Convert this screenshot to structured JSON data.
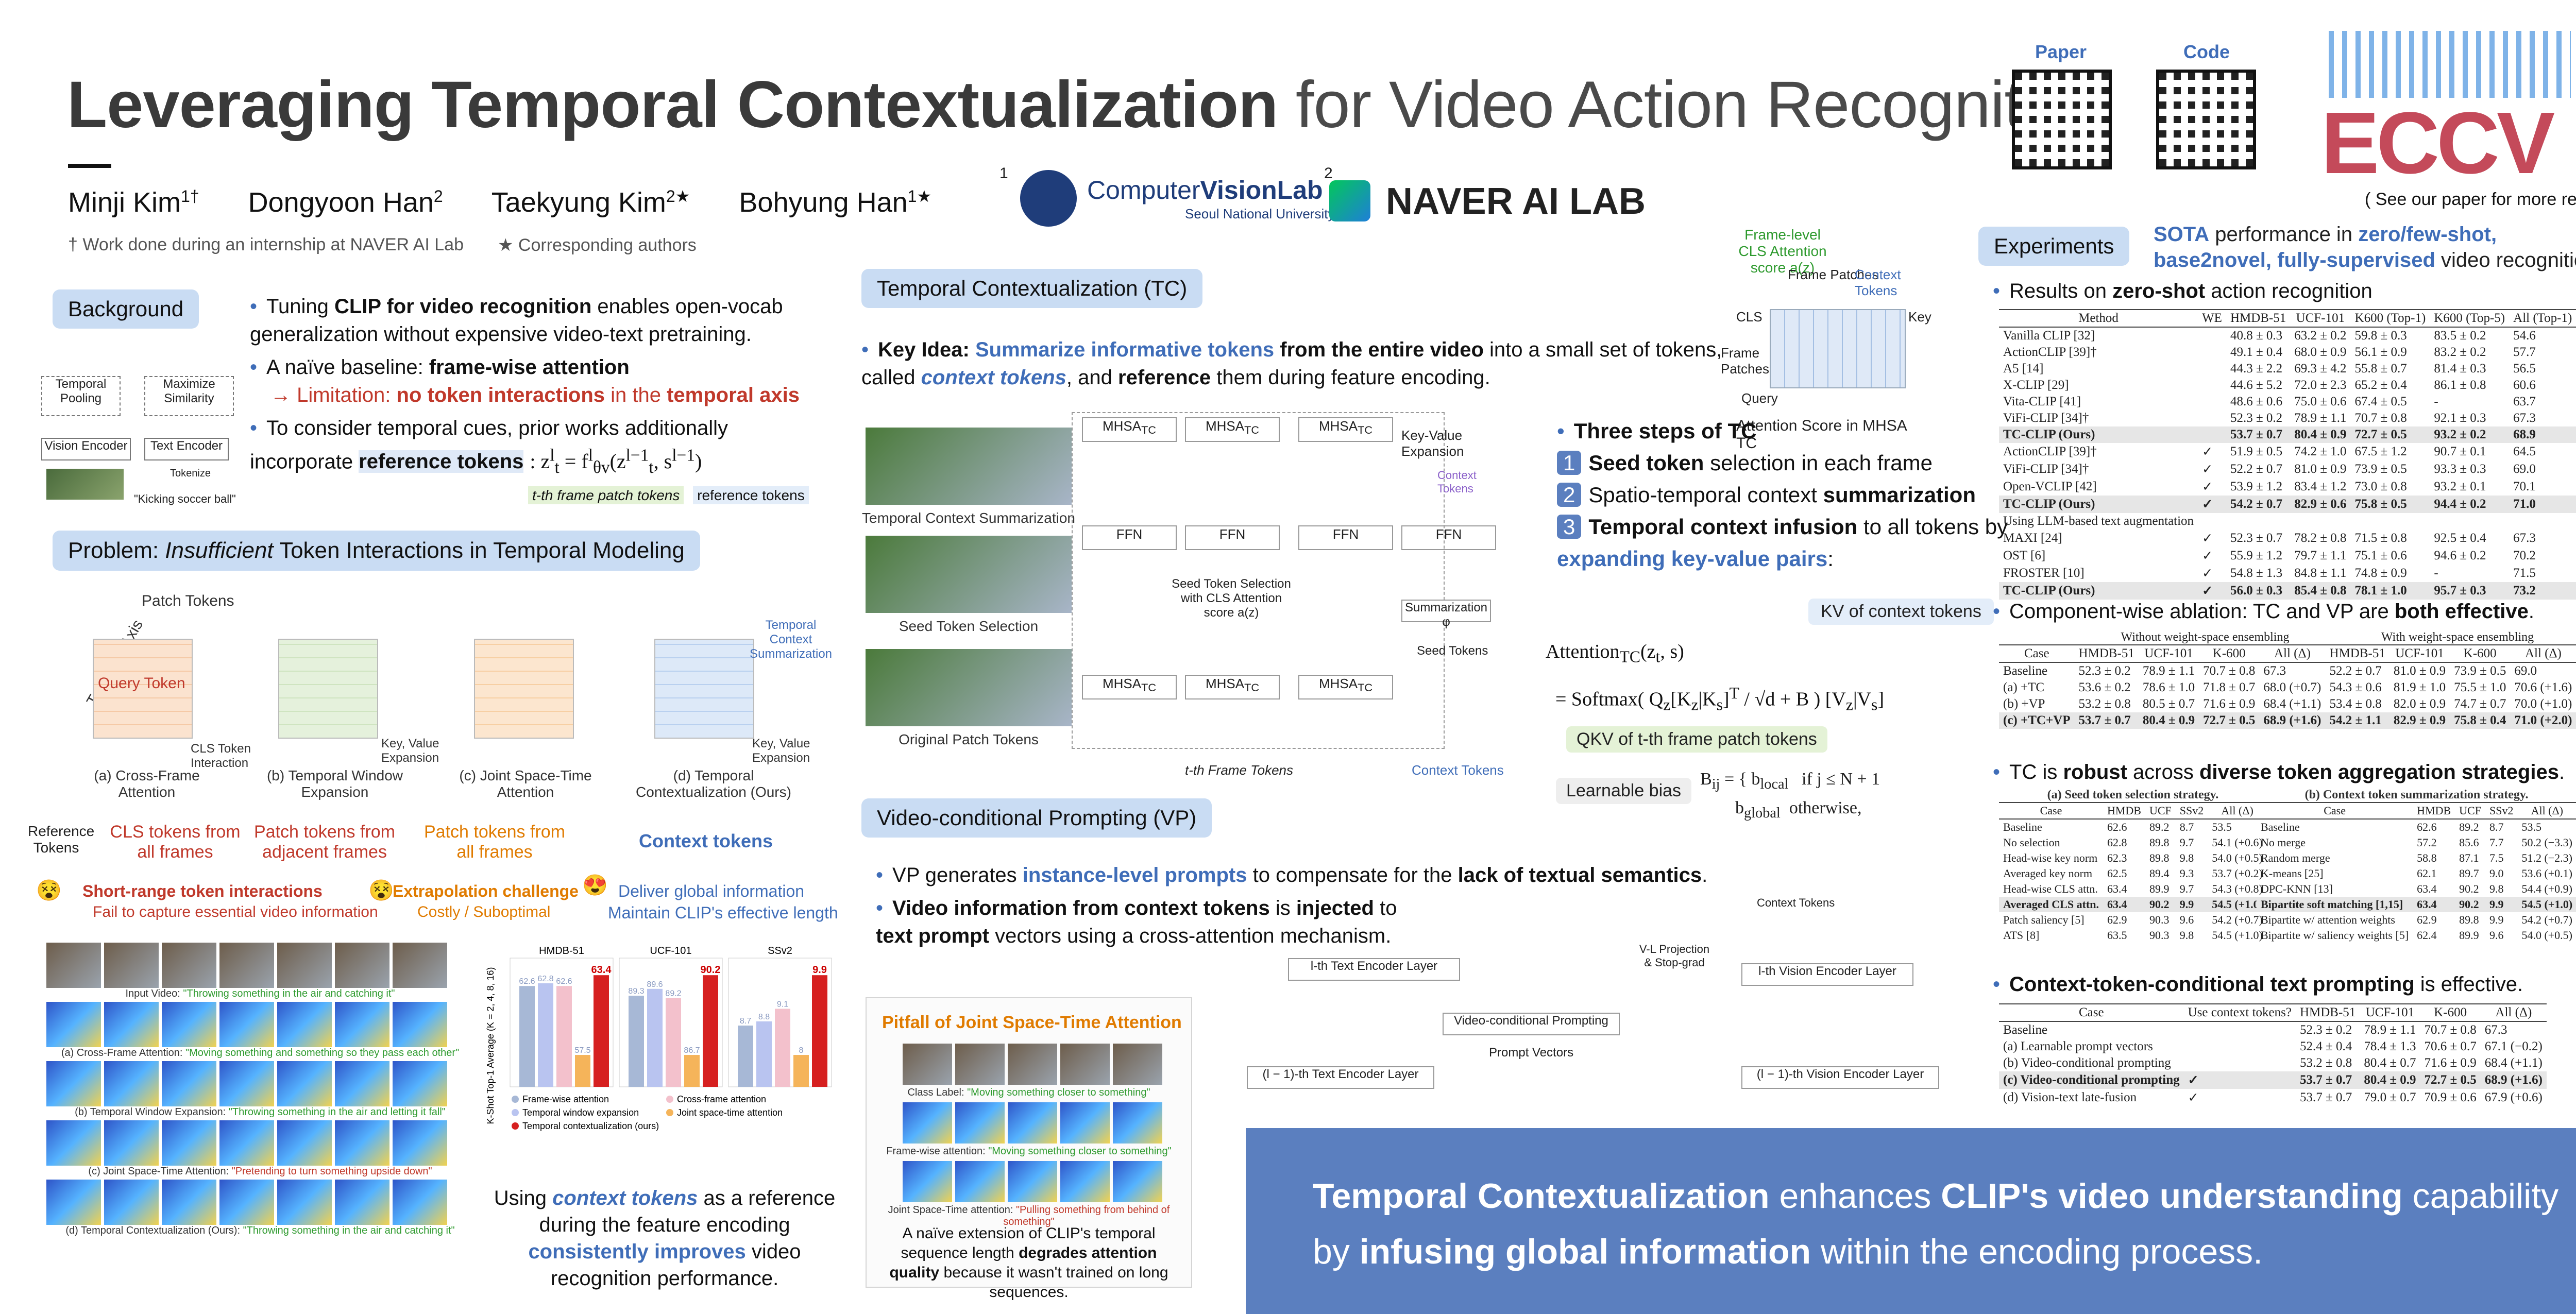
{
  "header": {
    "title_bold": "Leveraging Temporal Contextualization",
    "title_rest": " for Video Action Recognition",
    "authors": [
      {
        "name": "Minji Kim",
        "sup": "1†"
      },
      {
        "name": "Dongyoon Han",
        "sup": "2"
      },
      {
        "name": "Taekyung Kim",
        "sup": "2★"
      },
      {
        "name": "Bohyung Han",
        "sup": "1★"
      }
    ],
    "note_internship": "† Work done during an internship at NAVER AI Lab",
    "note_corresponding": "★ Corresponding authors",
    "aff1_num": "1",
    "aff1_name_a": "Computer",
    "aff1_name_b": "VisionLab",
    "aff1_sub": "Seoul National University",
    "aff2_num": "2",
    "aff2_name": "NAVER AI LAB",
    "paper_label": "Paper",
    "code_label": "Code",
    "venue": "ECCV",
    "see_paper": "( See our paper for more results! )"
  },
  "background": {
    "title": "Background",
    "diagram": {
      "temporal_pooling": "Temporal Pooling",
      "maximize_similarity": "Maximize Similarity",
      "vision_encoder": "Vision Encoder",
      "text_encoder": "Text Encoder",
      "tokenize": "Tokenize",
      "caption": "\"Kicking soccer ball\""
    },
    "b1_a": "Tuning ",
    "b1_b": "CLIP for video recognition",
    "b1_c": " enables open-vocab generalization without expensive video-text pretraining.",
    "b2_a": "A naïve baseline: ",
    "b2_b": "frame-wise attention",
    "b2_c": "→ Limitation: ",
    "b2_d": "no token interactions",
    "b2_e": " in the ",
    "b2_f": "temporal axis",
    "b3_a": "To consider temporal cues, prior works additionally incorporate ",
    "b3_b": "reference tokens",
    "b3_tag1": "t-th frame patch tokens",
    "b3_tag2": "reference tokens"
  },
  "problem": {
    "title_a": "Problem: ",
    "title_b": "Insufficient",
    "title_c": " Token Interactions in Temporal Modeling",
    "labels": {
      "patch_tokens": "Patch Tokens",
      "temporal_axis": "Temporal Axis",
      "query_token": "Query Token",
      "cls_interaction": "CLS Token Interaction",
      "kv_exp1": "Key, Value Expansion",
      "kv_exp2": "Key, Value Expansion",
      "tcs": "Temporal Context Summarization"
    },
    "captions": [
      "(a) Cross-Frame Attention",
      "(b) Temporal Window Expansion",
      "(c) Joint Space-Time Attention",
      "(d) Temporal Contextualization (Ours)"
    ],
    "ref_tokens": "Reference Tokens",
    "cols": [
      {
        "head": "CLS tokens from all frames",
        "issue": "Short-range token interactions",
        "issue2": "Fail to capture essential video information"
      },
      {
        "head": "Patch tokens from adjacent frames",
        "issue": "",
        "issue2": ""
      },
      {
        "head": "Patch tokens from all frames",
        "issue": "Extrapolation challenge",
        "issue2": "Costly / Suboptimal"
      },
      {
        "head": "Context tokens",
        "issue": "Deliver global information",
        "issue2": "Maintain CLIP's effective length"
      }
    ],
    "emoji_sad": "😵",
    "emoji_love": "😍"
  },
  "visual": {
    "input_video": "Input Video: ",
    "input_q": "\"Throwing something in the air and catching it\"",
    "rows": [
      {
        "lbl": "(a) Cross-Frame Attention: ",
        "q": "\"Moving something and something so they pass each other\""
      },
      {
        "lbl": "(b) Temporal Window Expansion: ",
        "q": "\"Throwing something in the air and letting it fall\""
      },
      {
        "lbl": "(c) Joint Space-Time Attention: ",
        "q": "\"Pretending to turn something upside down\""
      },
      {
        "lbl": "(d) Temporal Contextualization (Ours): ",
        "q": "\"Throwing something in the air and catching it\""
      }
    ]
  },
  "chart_data": {
    "type": "bar",
    "ylabel": "K-Shot Top-1 Average (K = 2, 4, 8, 16)",
    "panels": [
      {
        "title": "HMDB-51",
        "values": [
          62.6,
          62.8,
          62.6,
          57.5,
          63.4
        ]
      },
      {
        "title": "UCF-101",
        "values": [
          89.3,
          89.6,
          89.2,
          86.7,
          90.2
        ]
      },
      {
        "title": "SSv2",
        "values": [
          8.7,
          8.8,
          9.1,
          8.0,
          9.9
        ]
      }
    ],
    "series": [
      {
        "name": "Frame-wise attention",
        "color": "#a7b8d6"
      },
      {
        "name": "Temporal window expansion",
        "color": "#b9c4f0"
      },
      {
        "name": "Cross-frame attention",
        "color": "#f3c1cc"
      },
      {
        "name": "Joint space-time attention",
        "color": "#f5b45a"
      },
      {
        "name": "Temporal contextualization (ours)",
        "color": "#d62020"
      }
    ],
    "legend": [
      "Frame-wise attention",
      "Cross-frame attention",
      "Temporal window expansion",
      "Joint space-time attention",
      "Temporal contextualization (ours)"
    ]
  },
  "vis_caption": {
    "a": "Using ",
    "b": "context tokens",
    "c": " as a reference during the feature encoding ",
    "d": "consistently improves",
    "e": " video recognition performance."
  },
  "pitfall": {
    "title": "Pitfall of Joint Space-Time Attention",
    "class_label": "Class Label: ",
    "class_q": "\"Moving something closer to something\"",
    "fw": "Frame-wise attention: ",
    "fw_q": "\"Moving something closer to something\"",
    "js": "Joint Space-Time attention: ",
    "js_q": "\"Pulling something from behind of something\"",
    "cap_a": "A naïve extension of CLIP's temporal sequence length ",
    "cap_b": "degrades attention quality",
    "cap_c": " because it wasn't trained on long sequences."
  },
  "tc": {
    "title": "Temporal Contextualization (TC)",
    "key_a": "Key Idea: ",
    "key_b": "Summarize informative tokens",
    "key_c": " from the entire video",
    "key_d": " into a small set of tokens, called ",
    "key_e": "context tokens",
    "key_f": ", and ",
    "key_g": "reference",
    "key_h": " them during feature encoding.",
    "diag": {
      "tcs": "Temporal Context Summarization",
      "sts": "Seed Token Selection",
      "opt": "Original Patch Tokens",
      "mhsa": "MHSA",
      "tc_sub": "TC",
      "ffn": "FFN",
      "seed_sel": "Seed Token Selection with CLS Attention score a(z)",
      "summ": "Summarization φ",
      "seed_tokens": "Seed Tokens",
      "tft": "t-th Frame Tokens",
      "ctx": "Context Tokens",
      "kv_exp": "Key-Value Expansion",
      "ctx_tokens": "Context Tokens"
    },
    "attn": {
      "frame_level": "Frame-level CLS Attention score a(z)",
      "frame_patches": "Frame Patches",
      "context_tokens": "Context Tokens",
      "cls": "CLS",
      "frame_patches2": "Frame Patches",
      "key": "Key",
      "query": "Query",
      "score": "Attention Score in MHSA TC"
    },
    "three": "Three steps of TC",
    "s1_a": "Seed token",
    "s1_b": " selection in each frame",
    "s2_a": "Spatio-temporal context ",
    "s2_b": "summarization",
    "s3_a": "Temporal context infusion",
    "s3_b": " to all tokens by ",
    "s3_c": "expanding key-value pairs",
    "kv_ctx": "KV of context tokens",
    "qkv": "QKV of t-th frame patch tokens",
    "bias": "Learnable bias",
    "bias_cond1": "if j ≤ N + 1",
    "bias_cond2": "otherwise,"
  },
  "vp": {
    "title": "Video-conditional Prompting (VP)",
    "b1_a": "VP generates ",
    "b1_b": "instance-level prompts",
    "b1_c": " to compensate for the ",
    "b1_d": "lack of textual semantics",
    "b2_a": "Video information from context tokens",
    "b2_b": " is ",
    "b2_c": "injected",
    "b2_d": " to ",
    "b2_e": "text prompt",
    "b2_f": " vectors using a cross-attention mechanism.",
    "diag": {
      "lth_text": "l-th Text Encoder Layer",
      "lm1_text": "(l − 1)-th Text Encoder Layer",
      "vcp": "Video-conditional Prompting",
      "pv": "Prompt Vectors",
      "vl": "V-L Projection & Stop-grad",
      "ctx": "Context Tokens",
      "lth_vis": "l-th Vision Encoder Layer",
      "lm1_vis": "(l − 1)-th Vision Encoder Layer"
    }
  },
  "experiments": {
    "title": "Experiments",
    "sota_a": "SOTA",
    "sota_b": " performance in ",
    "sota_c": "zero/few-shot, base2novel, fully-supervised",
    "sota_d": " video recognition",
    "r1_a": "Results on ",
    "r1_b": "zero-shot",
    "r1_c": " action recognition",
    "t1_head": [
      "Method",
      "WE",
      "HMDB-51",
      "UCF-101",
      "K600 (Top-1)",
      "K600 (Top-5)",
      "All (Top-1)"
    ],
    "t1_rows": [
      [
        "Vanilla CLIP [32]",
        "",
        "40.8 ± 0.3",
        "63.2 ± 0.2",
        "59.8 ± 0.3",
        "83.5 ± 0.2",
        "54.6"
      ],
      [
        "ActionCLIP [39]†",
        "",
        "49.1 ± 0.4",
        "68.0 ± 0.9",
        "56.1 ± 0.9",
        "83.2 ± 0.2",
        "57.7"
      ],
      [
        "A5 [14]",
        "",
        "44.3 ± 2.2",
        "69.3 ± 4.2",
        "55.8 ± 0.7",
        "81.4 ± 0.3",
        "56.5"
      ],
      [
        "X-CLIP [29]",
        "",
        "44.6 ± 5.2",
        "72.0 ± 2.3",
        "65.2 ± 0.4",
        "86.1 ± 0.8",
        "60.6"
      ],
      [
        "Vita-CLIP [41]",
        "",
        "48.6 ± 0.6",
        "75.0 ± 0.6",
        "67.4 ± 0.5",
        "-",
        "63.7"
      ],
      [
        "ViFi-CLIP [34]†",
        "",
        "52.3 ± 0.2",
        "78.9 ± 1.1",
        "70.7 ± 0.8",
        "92.1 ± 0.3",
        "67.3"
      ],
      [
        "TC-CLIP (Ours)",
        "",
        "53.7 ± 0.7",
        "80.4 ± 0.9",
        "72.7 ± 0.5",
        "93.2 ± 0.2",
        "68.9"
      ],
      [
        "ActionCLIP [39]†",
        "✓",
        "51.9 ± 0.5",
        "74.2 ± 1.0",
        "67.5 ± 1.2",
        "90.7 ± 0.1",
        "64.5"
      ],
      [
        "ViFi-CLIP [34]†",
        "✓",
        "52.2 ± 0.7",
        "81.0 ± 0.9",
        "73.9 ± 0.5",
        "93.3 ± 0.3",
        "69.0"
      ],
      [
        "Open-VCLIP [42]",
        "✓",
        "53.9 ± 1.2",
        "83.4 ± 1.2",
        "73.0 ± 0.8",
        "93.2 ± 0.1",
        "70.1"
      ],
      [
        "TC-CLIP (Ours)",
        "✓",
        "54.2 ± 0.7",
        "82.9 ± 0.6",
        "75.8 ± 0.5",
        "94.4 ± 0.2",
        "71.0"
      ],
      [
        "Using LLM-based text augmentation",
        "",
        "",
        "",
        "",
        "",
        ""
      ],
      [
        "MAXI [24]",
        "✓",
        "52.3 ± 0.7",
        "78.2 ± 0.8",
        "71.5 ± 0.8",
        "92.5 ± 0.4",
        "67.3"
      ],
      [
        "OST [6]",
        "✓",
        "55.9 ± 1.2",
        "79.7 ± 1.1",
        "75.1 ± 0.6",
        "94.6 ± 0.2",
        "70.2"
      ],
      [
        "FROSTER [10]",
        "✓",
        "54.8 ± 1.3",
        "84.8 ± 1.1",
        "74.8 ± 0.9",
        "-",
        "71.5"
      ],
      [
        "TC-CLIP (Ours)",
        "✓",
        "56.0 ± 0.3",
        "85.4 ± 0.8",
        "78.1 ± 1.0",
        "95.7 ± 0.3",
        "73.2"
      ]
    ],
    "abl_a": "Component-wise ablation: TC and VP are ",
    "abl_b": "both effective",
    "t2_group1": "Without weight-space ensembling",
    "t2_group2": "With weight-space ensembling",
    "t2_head": [
      "Case",
      "HMDB-51",
      "UCF-101",
      "K-600",
      "All (Δ)",
      "HMDB-51",
      "UCF-101",
      "K-600",
      "All (Δ)"
    ],
    "t2_rows": [
      [
        "Baseline",
        "52.3 ± 0.2",
        "78.9 ± 1.1",
        "70.7 ± 0.8",
        "67.3",
        "52.2 ± 0.7",
        "81.0 ± 0.9",
        "73.9 ± 0.5",
        "69.0"
      ],
      [
        "(a) +TC",
        "53.6 ± 0.2",
        "78.6 ± 1.0",
        "71.8 ± 0.7",
        "68.0 (+0.7)",
        "54.3 ± 0.6",
        "81.9 ± 1.0",
        "75.5 ± 1.0",
        "70.6 (+1.6)"
      ],
      [
        "(b) +VP",
        "53.2 ± 0.8",
        "80.5 ± 0.7",
        "71.6 ± 0.9",
        "68.4 (+1.1)",
        "53.4 ± 0.8",
        "82.0 ± 0.9",
        "74.7 ± 0.7",
        "70.0 (+1.0)"
      ],
      [
        "(c) +TC+VP",
        "53.7 ± 0.7",
        "80.4 ± 0.9",
        "72.7 ± 0.5",
        "68.9 (+1.6)",
        "54.2 ± 1.1",
        "82.9 ± 0.9",
        "75.8 ± 0.4",
        "71.0 (+2.0)"
      ]
    ],
    "rob_a": "TC is ",
    "rob_b": "robust",
    "rob_c": " across ",
    "rob_d": "diverse token aggregation strategies",
    "t3a_title": "(a) Seed token selection strategy.",
    "t3b_title": "(b) Context token summarization strategy.",
    "t3_head": [
      "Case",
      "HMDB",
      "UCF",
      "SSv2",
      "All (Δ)"
    ],
    "t3a_rows": [
      [
        "Baseline",
        "62.6",
        "89.2",
        "8.7",
        "53.5"
      ],
      [
        "No selection",
        "62.8",
        "89.8",
        "9.7",
        "54.1 (+0.6)"
      ],
      [
        "Head-wise key norm",
        "62.3",
        "89.8",
        "9.8",
        "54.0 (+0.5)"
      ],
      [
        "Averaged key norm",
        "62.5",
        "89.4",
        "9.3",
        "53.7 (+0.2)"
      ],
      [
        "Head-wise CLS attn.",
        "63.4",
        "89.9",
        "9.7",
        "54.3 (+0.8)"
      ],
      [
        "Averaged CLS attn.",
        "63.4",
        "90.2",
        "9.9",
        "54.5 (+1.0)"
      ],
      [
        "Patch saliency [5]",
        "62.9",
        "90.3",
        "9.6",
        "54.2 (+0.7)"
      ],
      [
        "ATS [8]",
        "63.5",
        "90.3",
        "9.8",
        "54.5 (+1.0)"
      ]
    ],
    "t3b_rows": [
      [
        "Baseline",
        "62.6",
        "89.2",
        "8.7",
        "53.5"
      ],
      [
        "No merge",
        "57.2",
        "85.6",
        "7.7",
        "50.2 (−3.3)"
      ],
      [
        "Random merge",
        "58.8",
        "87.1",
        "7.5",
        "51.2 (−2.3)"
      ],
      [
        "K-means [25]",
        "62.1",
        "89.7",
        "9.0",
        "53.6 (+0.1)"
      ],
      [
        "DPC-KNN [13]",
        "63.4",
        "90.2",
        "9.8",
        "54.4 (+0.9)"
      ],
      [
        "Bipartite soft matching [1,15]",
        "63.4",
        "90.2",
        "9.9",
        "54.5 (+1.0)"
      ],
      [
        "Bipartite w/ attention weights",
        "62.9",
        "89.8",
        "9.9",
        "54.2 (+0.7)"
      ],
      [
        "Bipartite w/ saliency weights [5]",
        "62.4",
        "89.9",
        "9.6",
        "54.0 (+0.5)"
      ]
    ],
    "ctp_a": "Context-token-conditional text prompting",
    "ctp_b": " is effective.",
    "t4_head": [
      "Case",
      "Use context tokens?",
      "HMDB-51",
      "UCF-101",
      "K-600",
      "All (Δ)"
    ],
    "t4_rows": [
      [
        "Baseline",
        "",
        "52.3 ± 0.2",
        "78.9 ± 1.1",
        "70.7 ± 0.8",
        "67.3"
      ],
      [
        "(a) Learnable prompt vectors",
        "",
        "52.4 ± 0.4",
        "78.4 ± 1.3",
        "70.6 ± 0.7",
        "67.1 (−0.2)"
      ],
      [
        "(b) Video-conditional prompting",
        "",
        "53.2 ± 0.8",
        "80.4 ± 0.7",
        "71.6 ± 0.9",
        "68.4 (+1.1)"
      ],
      [
        "(c) Video-conditional prompting",
        "✓",
        "53.7 ± 0.7",
        "80.4 ± 0.9",
        "72.7 ± 0.5",
        "68.9 (+1.6)"
      ],
      [
        "(d) Vision-text late-fusion",
        "✓",
        "53.7 ± 0.7",
        "79.0 ± 0.7",
        "70.9 ± 0.6",
        "67.9 (+0.6)"
      ]
    ]
  },
  "banner": {
    "a": "Temporal Contextualization",
    "b": " enhances ",
    "c": "CLIP's video understanding",
    "d": " capability",
    "e": "by ",
    "f": "infusing global information",
    "g": " within the encoding process."
  }
}
